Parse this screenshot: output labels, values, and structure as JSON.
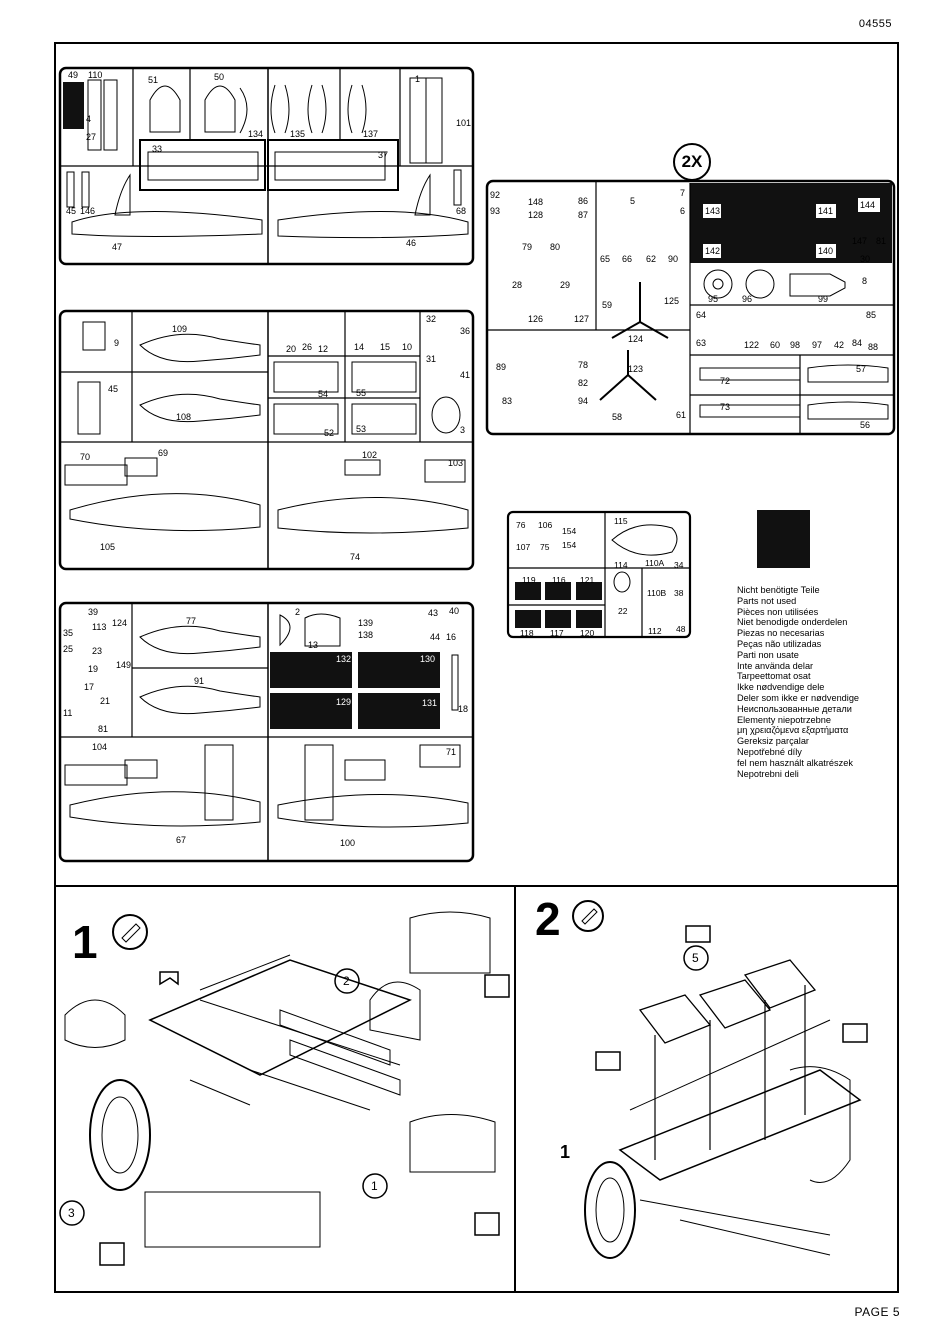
{
  "document_number": "04555",
  "page_label": "PAGE 5",
  "multiplier_label": "2X",
  "unused_parts": [
    "Nicht benötigte Teile",
    "Parts not used",
    "Pièces non utilisées",
    "Niet benodigde onderdelen",
    "Piezas no necesarias",
    "Peças não utilizadas",
    "Parti non usate",
    "Inte använda delar",
    "Tarpeettomat osat",
    "Ikke nødvendige dele",
    "Deler som ikke er nødvendige",
    "Неиспользованные детали",
    "Elementy niepotrzebne",
    "μη χρειαζόμενα εξαρτήματα",
    "Gereksiz parçalar",
    "Nepotřebné díly",
    "fel nem használt alkatrészek",
    "Nepotrebni deli"
  ],
  "sprue_a": {
    "labels": [
      "49",
      "110",
      "4",
      "27",
      "51",
      "50",
      "134",
      "135",
      "137",
      "1",
      "101",
      "33",
      "37",
      "45",
      "146",
      "68",
      "47",
      "46"
    ]
  },
  "sprue_b": {
    "labels": [
      "9",
      "109",
      "20",
      "26",
      "12",
      "14",
      "15",
      "10",
      "32",
      "36",
      "31",
      "41",
      "45",
      "108",
      "54",
      "55",
      "52",
      "53",
      "3",
      "70",
      "69",
      "102",
      "103",
      "105",
      "74"
    ]
  },
  "sprue_c": {
    "labels": [
      "39",
      "113",
      "124",
      "35",
      "25",
      "23",
      "149",
      "19",
      "17",
      "21",
      "11",
      "81",
      "77",
      "91",
      "2",
      "13",
      "139",
      "138",
      "43",
      "44",
      "40",
      "16",
      "132",
      "130",
      "129",
      "131",
      "18",
      "104",
      "71",
      "67",
      "100"
    ]
  },
  "sprue_d": {
    "labels": [
      "92",
      "93",
      "148",
      "128",
      "86",
      "87",
      "5",
      "7",
      "6",
      "79",
      "80",
      "65",
      "66",
      "62",
      "90",
      "28",
      "29",
      "59",
      "125",
      "126",
      "127",
      "124",
      "89",
      "78",
      "82",
      "123",
      "83",
      "94",
      "58",
      "61",
      "143",
      "141",
      "144",
      "142",
      "140",
      "147",
      "81",
      "30",
      "95",
      "96",
      "99",
      "8",
      "85",
      "64",
      "63",
      "122",
      "60",
      "98",
      "97",
      "42",
      "84",
      "88",
      "72",
      "57",
      "73",
      "56"
    ]
  },
  "sprue_e": {
    "labels": [
      "76",
      "106",
      "154",
      "107",
      "75",
      "154",
      "115",
      "114",
      "110A",
      "34",
      "110B",
      "38",
      "119",
      "116",
      "121",
      "118",
      "117",
      "120",
      "22",
      "112",
      "48"
    ]
  },
  "step1": {
    "number": "1",
    "callouts": [
      "1",
      "2",
      "3"
    ]
  },
  "step2": {
    "number": "2",
    "callouts": [
      "5",
      "1"
    ]
  }
}
